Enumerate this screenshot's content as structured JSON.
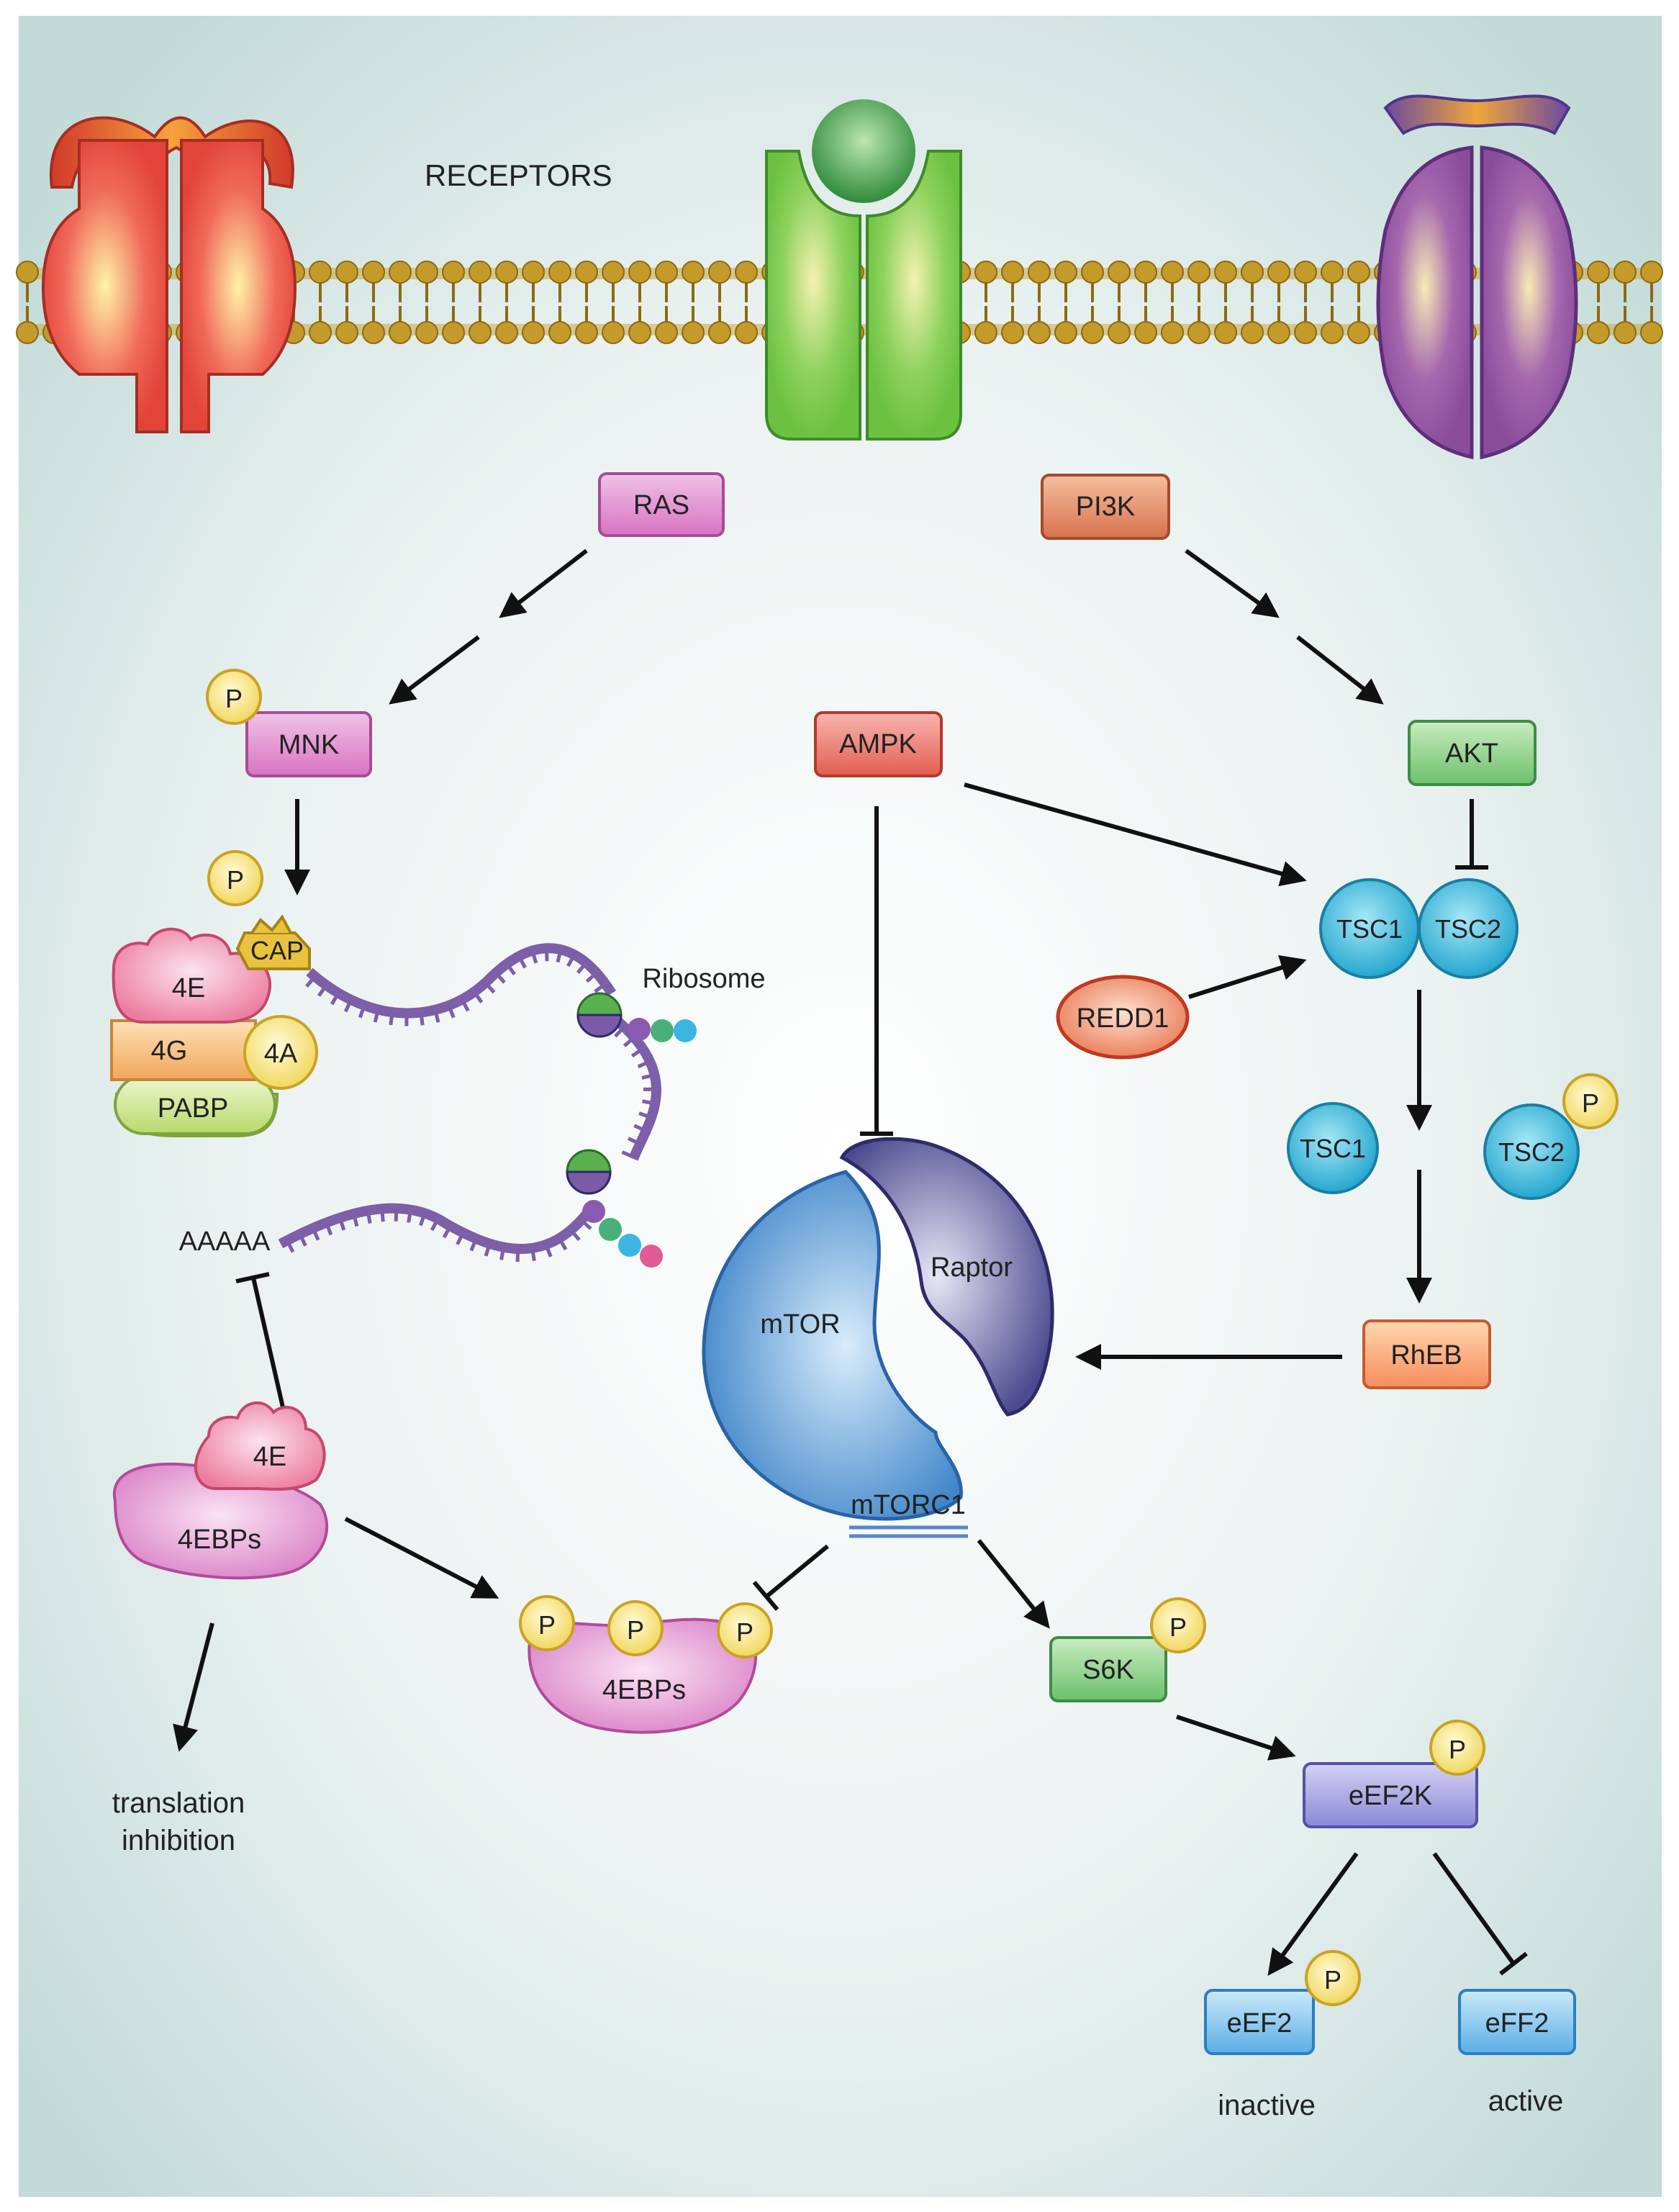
{
  "receptors_label": "RECEPTORS",
  "nodes": {
    "ras": "RAS",
    "pi3k": "PI3K",
    "mnk": "MNK",
    "ampk": "AMPK",
    "akt": "AKT",
    "tsc1_complex": "TSC1",
    "tsc2_complex": "TSC2",
    "redd1": "REDD1",
    "tsc1_free": "TSC1",
    "tsc2_free": "TSC2",
    "rheb": "RhEB",
    "mtor": "mTOR",
    "raptor": "Raptor",
    "mtorc1": "mTORC1",
    "s6k": "S6K",
    "eef2k": "eEF2K",
    "eef2_inactive": "eEF2",
    "eff2_active": "eFF2",
    "ebp_bound": "4EBPs",
    "ebp_phos": "4EBPs",
    "eif4e_free": "4E"
  },
  "complex": {
    "cap": "CAP",
    "e4e": "4E",
    "e4g": "4G",
    "e4a": "4A",
    "pabp": "PABP"
  },
  "ribosome_label": "Ribosome",
  "polya": "AAAAA",
  "phospho": "P",
  "outcomes": {
    "inactive": "inactive",
    "active": "active",
    "translation_line1": "translation",
    "translation_line2": "inhibition"
  },
  "colors": {
    "background_center": "#ffffff",
    "background_edge": "#c5dcd9",
    "membrane": "#c49a2a",
    "receptor_red": "#e23c33",
    "receptor_green": "#6dc23f",
    "receptor_purple": "#8c4f9e",
    "tsc_cyan": "#35b6d6",
    "phospho_yellow": "#f3e07a",
    "mrna_purple": "#7d5ea8"
  }
}
